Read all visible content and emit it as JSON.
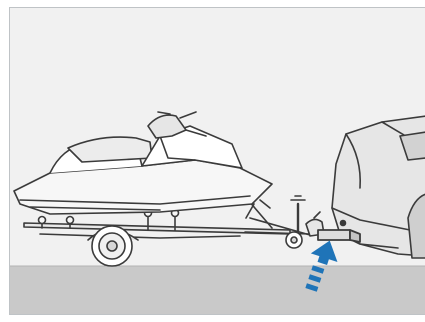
{
  "illustration": {
    "subject": "jet-ski-on-trailer-coupled-to-car-tow-hitch",
    "colors": {
      "background": "#f1f1f1",
      "ground": "#c9c9c9",
      "outline": "#3b3b3b",
      "body_fill": "#f7f7f7",
      "car_fill": "#e6e6e6",
      "arrow": "#1f74b8"
    },
    "icons": [
      "jet-ski",
      "boat-trailer",
      "car-rear",
      "tow-hitch-arrow"
    ]
  }
}
